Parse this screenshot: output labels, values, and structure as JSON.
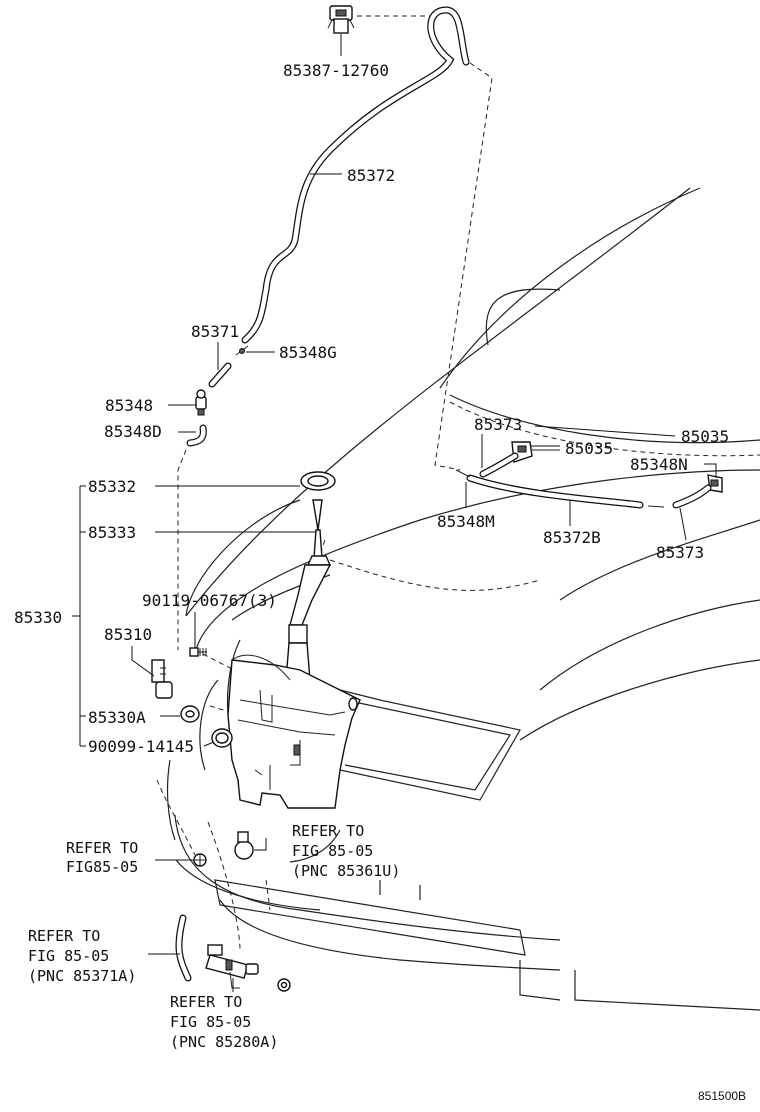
{
  "diagram_code": "851500B",
  "labels": {
    "nozzle_top": "85387-12760",
    "hose_main": "85372",
    "hose_short": "85371",
    "joint_g": "85348G",
    "valve": "85348",
    "elbow_d": "85348D",
    "cap": "85332",
    "filler": "85333",
    "tank_assy": "85330",
    "screw": "90119-06767(3)",
    "motor": "85310",
    "grommet_a": "85330A",
    "grommet_b": "90099-14145",
    "hose_right_a": "85373",
    "nozzle_right_a": "85035",
    "nozzle_right_b": "85035",
    "joint_n": "85348N",
    "joint_m": "85348M",
    "hose_right_main": "85372B",
    "hose_right_b": "85373"
  },
  "refs": {
    "ref1": {
      "line1": "REFER TO",
      "line2": "FIG85-05"
    },
    "ref2": {
      "line1": "REFER TO",
      "line2": "FIG 85-05",
      "line3": "(PNC 85361U)"
    },
    "ref3": {
      "line1": "REFER TO",
      "line2": "FIG 85-05",
      "line3": "(PNC 85371A)"
    },
    "ref4": {
      "line1": "REFER TO",
      "line2": "FIG 85-05",
      "line3": "(PNC 85280A)"
    }
  }
}
